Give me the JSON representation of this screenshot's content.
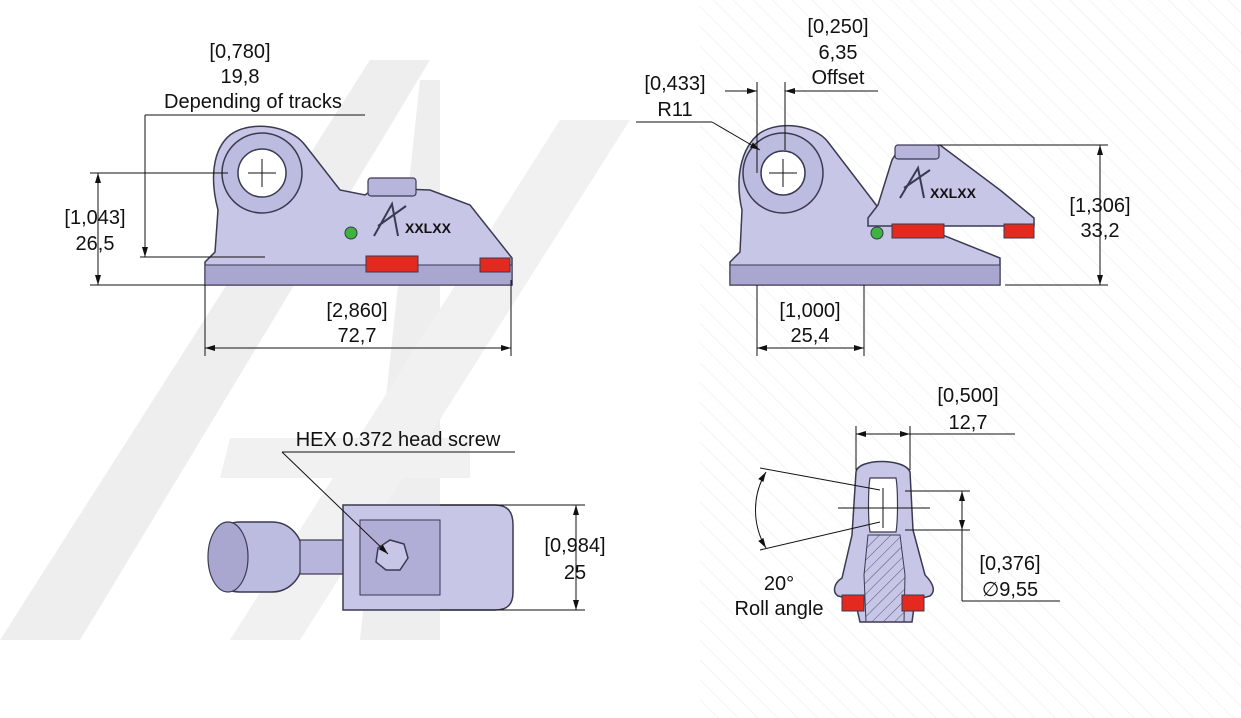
{
  "colors": {
    "body": "#c7c6e6",
    "body_dark": "#9a98c4",
    "outline": "#3a3a52",
    "red": "#e42a1e",
    "green": "#3fb33f",
    "watermark": "#e6e6e6",
    "dim_line": "#111111"
  },
  "logo": {
    "label": "XXLXX"
  },
  "view_top_left": {
    "width_in": "0,780",
    "width_mm": "19,8",
    "note": "Depending of tracks",
    "height_in": "1,043",
    "height_mm": "26,5",
    "length_in": "2,860",
    "length_mm": "72,7"
  },
  "view_top_right": {
    "radius_in": "0,433",
    "radius_mm": "R11",
    "offset_in": "0,250",
    "offset_mm": "6,35",
    "offset_label": "Offset",
    "height_in": "1,306",
    "height_mm": "33,2",
    "pitch_in": "1,000",
    "pitch_mm": "25,4"
  },
  "view_bottom_left": {
    "screw_label": "HEX 0.372 head screw",
    "width_in": "0,984",
    "width_mm": "25"
  },
  "view_bottom_right": {
    "width_in": "0,500",
    "width_mm": "12,7",
    "roll_value": "20°",
    "roll_label": "Roll angle",
    "bore_in": "0,376",
    "bore_mm": "∅9,55"
  }
}
